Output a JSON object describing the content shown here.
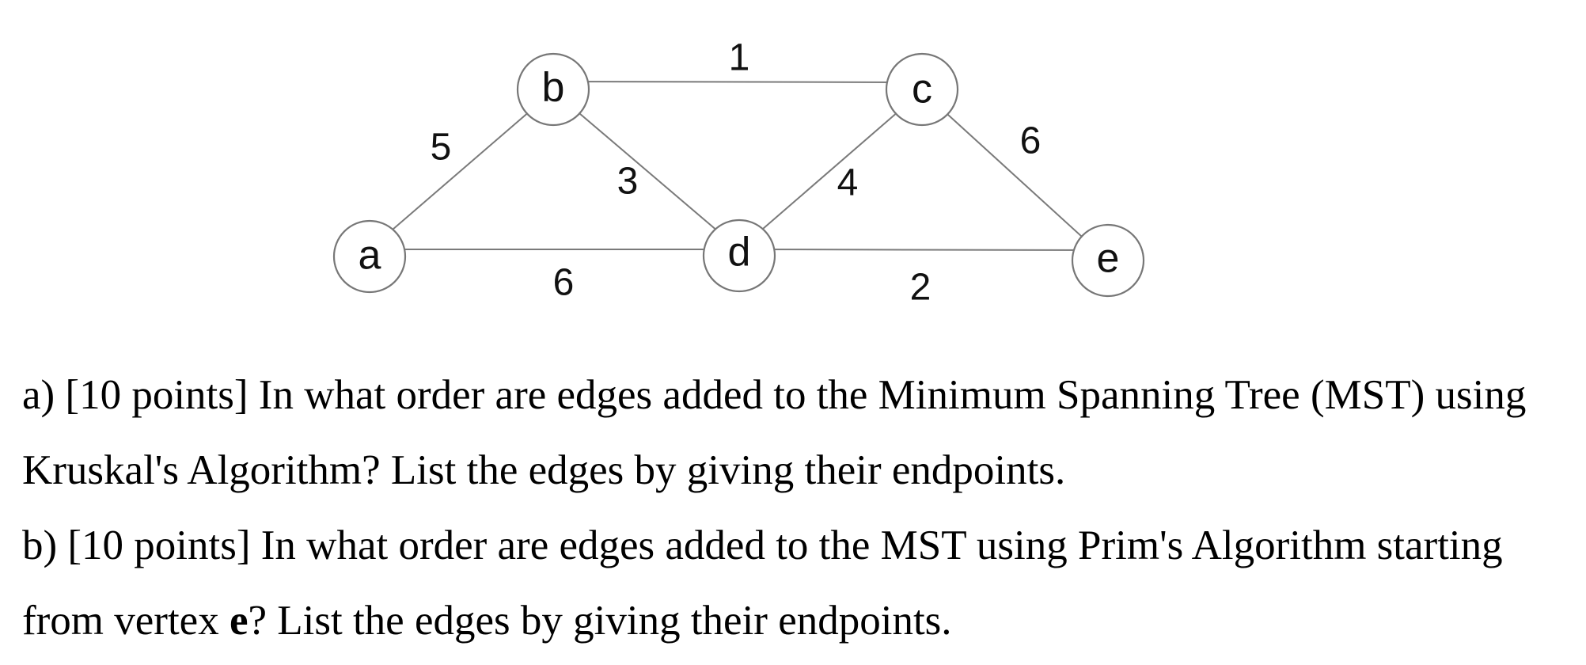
{
  "graph": {
    "nodes": [
      {
        "id": "a",
        "label": "a"
      },
      {
        "id": "b",
        "label": "b"
      },
      {
        "id": "c",
        "label": "c"
      },
      {
        "id": "d",
        "label": "d"
      },
      {
        "id": "e",
        "label": "e"
      }
    ],
    "edges": [
      {
        "from": "a",
        "to": "b",
        "weight": "5"
      },
      {
        "from": "b",
        "to": "c",
        "weight": "1"
      },
      {
        "from": "b",
        "to": "d",
        "weight": "3"
      },
      {
        "from": "a",
        "to": "d",
        "weight": "6"
      },
      {
        "from": "c",
        "to": "d",
        "weight": "4"
      },
      {
        "from": "c",
        "to": "e",
        "weight": "6"
      },
      {
        "from": "d",
        "to": "e",
        "weight": "2"
      }
    ]
  },
  "questions": {
    "a_line1": "a) [10 points] In what order are edges added to the Minimum Spanning Tree (MST) using",
    "a_line2": "Kruskal's Algorithm? List the edges by giving their endpoints.",
    "b_line1": "b) [10 points] In what order are edges added to the MST using Prim's Algorithm starting",
    "b_line2_prefix": "from vertex ",
    "b_line2_vertex": "e",
    "b_line2_suffix": "? List the edges by giving their endpoints."
  }
}
